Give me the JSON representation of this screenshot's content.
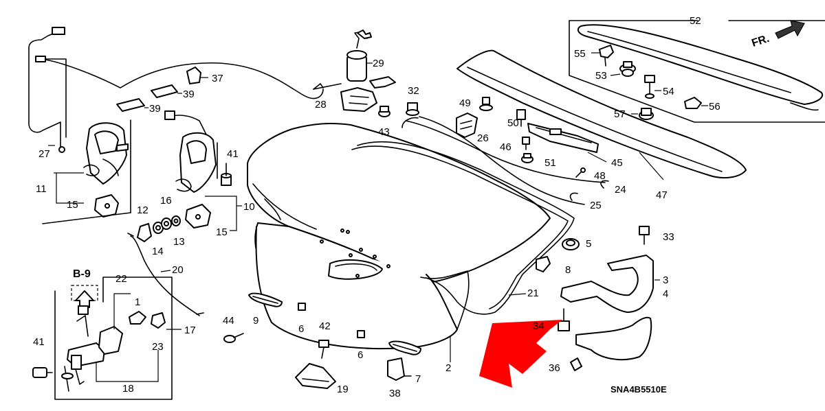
{
  "parts": [
    {
      "id": "p1",
      "label": "1"
    },
    {
      "id": "p2",
      "label": "2"
    },
    {
      "id": "p3",
      "label": "3"
    },
    {
      "id": "p4",
      "label": "4"
    },
    {
      "id": "p5",
      "label": "5"
    },
    {
      "id": "p6a",
      "label": "6"
    },
    {
      "id": "p6b",
      "label": "6"
    },
    {
      "id": "p7",
      "label": "7"
    },
    {
      "id": "p8",
      "label": "8"
    },
    {
      "id": "p9",
      "label": "9"
    },
    {
      "id": "p10",
      "label": "10"
    },
    {
      "id": "p11",
      "label": "11"
    },
    {
      "id": "p12",
      "label": "12"
    },
    {
      "id": "p13",
      "label": "13"
    },
    {
      "id": "p14",
      "label": "14"
    },
    {
      "id": "p15a",
      "label": "15"
    },
    {
      "id": "p15b",
      "label": "15"
    },
    {
      "id": "p16",
      "label": "16"
    },
    {
      "id": "p17",
      "label": "17"
    },
    {
      "id": "p18",
      "label": "18"
    },
    {
      "id": "p19",
      "label": "19"
    },
    {
      "id": "p20",
      "label": "20"
    },
    {
      "id": "p21",
      "label": "21"
    },
    {
      "id": "p22",
      "label": "22"
    },
    {
      "id": "p23",
      "label": "23"
    },
    {
      "id": "p24",
      "label": "24"
    },
    {
      "id": "p25",
      "label": "25"
    },
    {
      "id": "p26",
      "label": "26"
    },
    {
      "id": "p27",
      "label": "27"
    },
    {
      "id": "p28",
      "label": "28"
    },
    {
      "id": "p29",
      "label": "29"
    },
    {
      "id": "p32",
      "label": "32"
    },
    {
      "id": "p33",
      "label": "33"
    },
    {
      "id": "p34",
      "label": "34"
    },
    {
      "id": "p36",
      "label": "36"
    },
    {
      "id": "p37",
      "label": "37"
    },
    {
      "id": "p38",
      "label": "38"
    },
    {
      "id": "p39a",
      "label": "39"
    },
    {
      "id": "p39b",
      "label": "39"
    },
    {
      "id": "p41a",
      "label": "41"
    },
    {
      "id": "p41b",
      "label": "41"
    },
    {
      "id": "p42",
      "label": "42"
    },
    {
      "id": "p43",
      "label": "43"
    },
    {
      "id": "p44",
      "label": "44"
    },
    {
      "id": "p45",
      "label": "45"
    },
    {
      "id": "p46",
      "label": "46"
    },
    {
      "id": "p47",
      "label": "47"
    },
    {
      "id": "p48",
      "label": "48"
    },
    {
      "id": "p49",
      "label": "49"
    },
    {
      "id": "p50",
      "label": "50"
    },
    {
      "id": "p51",
      "label": "51"
    },
    {
      "id": "p52",
      "label": "52"
    },
    {
      "id": "p53",
      "label": "53"
    },
    {
      "id": "p54",
      "label": "54"
    },
    {
      "id": "p55",
      "label": "55"
    },
    {
      "id": "p56",
      "label": "56"
    },
    {
      "id": "p57",
      "label": "57"
    }
  ],
  "ref_label": "B-9",
  "front_label": "FR.",
  "diagram_code": "SNA4B5510E",
  "colors": {
    "line": "#000000",
    "background": "#ffffff",
    "highlight_arrow": "#ff0000"
  }
}
